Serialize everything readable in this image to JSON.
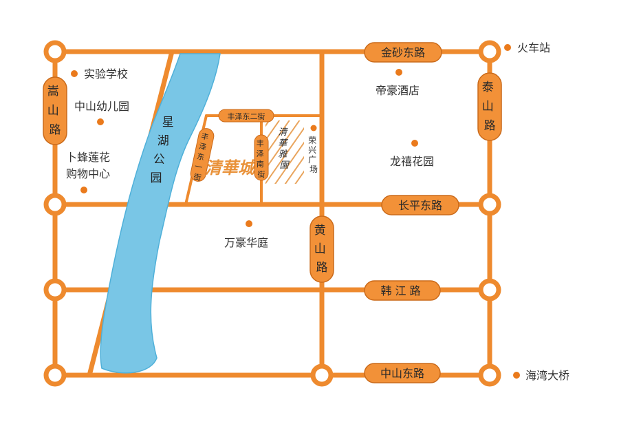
{
  "colors": {
    "road": "#ee8a2e",
    "label_fill": "#f29138",
    "label_stroke": "#ca6a1a",
    "label_text": "#2a2a2a",
    "river": "#79c6e6",
    "river_stroke": "#4fb0d9",
    "poi_dot": "#ea7a1c",
    "poi_text": "#333333",
    "project_hatch": "#e9a55e",
    "background": "#ffffff"
  },
  "roads": {
    "jinsha_east": "金砂东路",
    "changping_east": "长平东路",
    "hanjiang": "韩江路",
    "zhongshan_east": "中山东路",
    "songshan": "嵩山路",
    "taishan": "泰山路",
    "huangshan": "黄山路",
    "fengze_east2": "丰泽东二街",
    "fengze_east1": "丰泽东一街",
    "fengze_south": "丰泽南街"
  },
  "river": {
    "name": "星湖公园"
  },
  "project": {
    "name": "清華城",
    "sub_name": "清華雅園"
  },
  "pois": {
    "train_station": "火车站",
    "experimental_school": "实验学校",
    "zhongshan_kindergarten": "中山幼儿园",
    "bufeng_mall_line1": "卜蜂莲花",
    "bufeng_mall_line2": "购物中心",
    "dihao_hotel": "帝豪酒店",
    "rongxing_square": "荣兴广场",
    "longxi_garden": "龙禧花园",
    "wanhao_court": "万豪华庭",
    "haiwan_bridge": "海湾大桥"
  }
}
